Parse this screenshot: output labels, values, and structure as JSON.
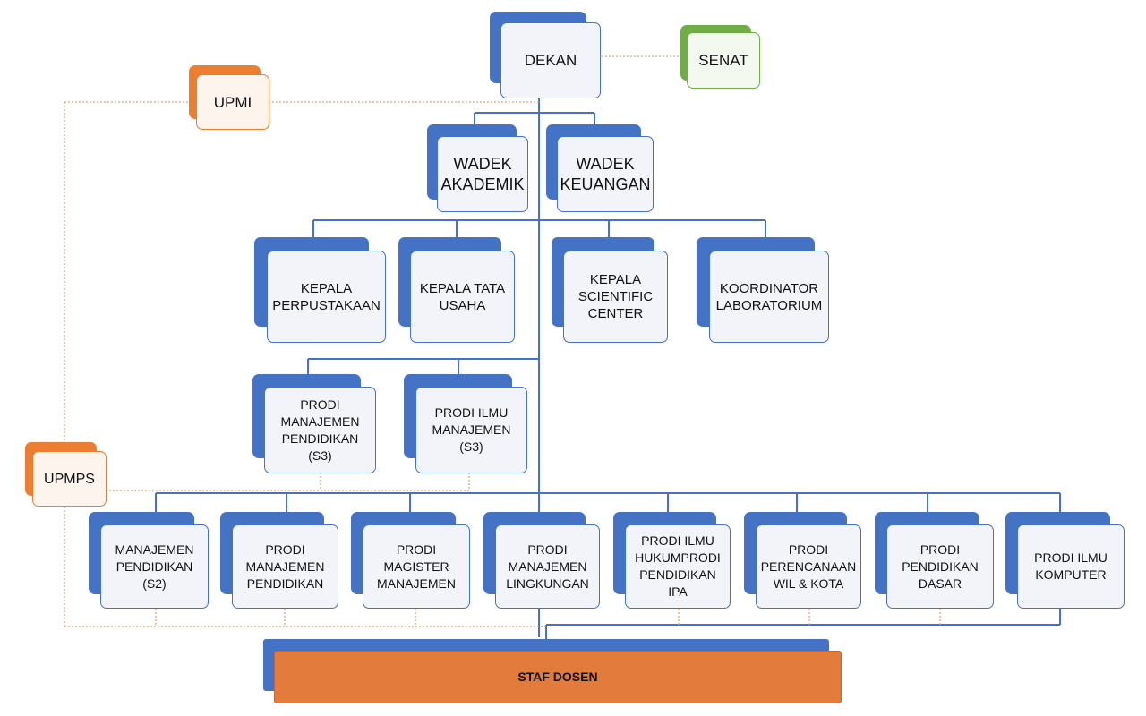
{
  "colors": {
    "blue": "#4472c4",
    "orange": "#ed7d31",
    "green": "#70ad47",
    "line_blue": "#4472c4",
    "line_dotted": "#e8a070"
  },
  "nodes": {
    "dekan": "DEKAN",
    "senat": "SENAT",
    "upmi": "UPMI",
    "wadek_akademik": "WADEK\nAKADEMIK",
    "wadek_keuangan": "WADEK\nKEUANGAN",
    "kepala_perpustakaan": "KEPALA\nPERPUSTAKAAN",
    "kepala_tata_usaha": "KEPALA TATA\nUSAHA",
    "kepala_scientific_center": "KEPALA\nSCIENTIFIC\nCENTER",
    "koordinator_laboratorium": "KOORDINATOR\nLABORATORIUM",
    "prodi_manajemen_pendidikan_s3": "PRODI\nMANAJEMEN\nPENDIDIKAN (S3)",
    "prodi_ilmu_manajemen_s3": "PRODI ILMU\nMANAJEMEN (S3)",
    "upmps": "UPMPS",
    "manajemen_pendidikan_s2": "MANAJEMEN\nPENDIDIKAN (S2)",
    "prodi_manajemen_pendidikan": "PRODI\nMANAJEMEN\nPENDIDIKAN",
    "prodi_magister_manajemen": "PRODI MAGISTER\nMANAJEMEN",
    "prodi_manajemen_lingkungan": "PRODI\nMANAJEMEN\nLINGKUNGAN",
    "prodi_ilmu_hukum_pendidikan_ipa": "PRODI ILMU\nHUKUMPRODI\nPENDIDIKAN IPA",
    "prodi_perencanaan_wil_kota": "PRODI\nPERENCANAAN\nWIL & KOTA",
    "prodi_pendidikan_dasar": "PRODI\nPENDIDIKAN\nDASAR",
    "prodi_ilmu_komputer": "PRODI ILMU\nKOMPUTER",
    "staf_dosen": "STAF DOSEN"
  }
}
